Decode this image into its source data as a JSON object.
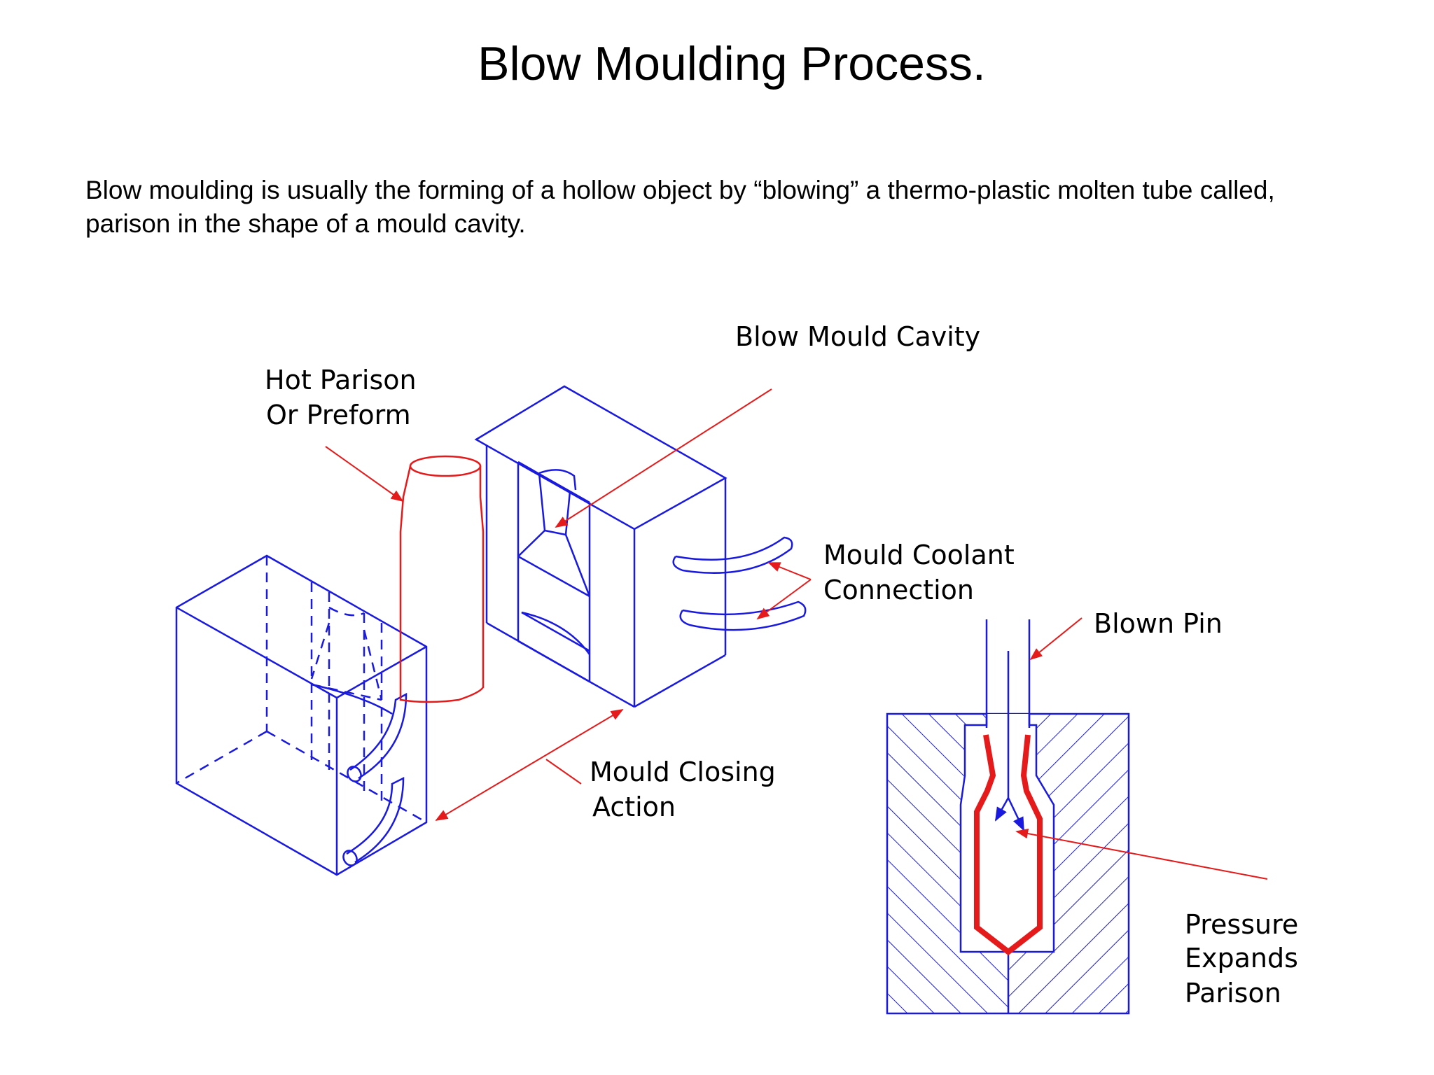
{
  "title": "Blow Moulding Process.",
  "intro": {
    "line1": "Blow moulding is usually the forming of a hollow object by “blowing” a thermo-plastic molten tube called,",
    "line2": "parison in the shape of a mould cavity."
  },
  "diagram": {
    "labels": {
      "blow_mould_cavity": "Blow Mould Cavity",
      "hot_parison_1": "Hot Parison",
      "hot_parison_2": "Or Preform",
      "mould_coolant_1": "Mould Coolant",
      "mould_coolant_2": "Connection",
      "blown_pin": "Blown Pin",
      "mould_closing_1": "Mould Closing",
      "mould_closing_2": "Action",
      "pressure_1": "Pressure",
      "pressure_2": "Expands",
      "pressure_3": "Parison"
    },
    "colors": {
      "mould_lines": "#1a1adf",
      "parison": "#e51a1a",
      "leader": "#e51a1a",
      "text": "#000000"
    }
  }
}
